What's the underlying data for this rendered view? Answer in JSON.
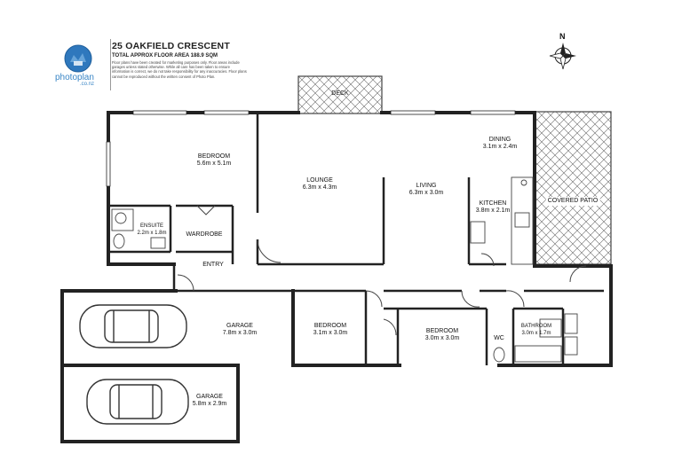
{
  "header": {
    "logo_text": "photoplan",
    "logo_sub": ".co.nz",
    "title": "25 OAKFIELD CRESCENT",
    "subtitle": "TOTAL APPROX FLOOR AREA 188.9 SQM",
    "disclaimer": "Floor plans have been created for marketing purposes only. Floor areas include garages unless stated otherwise. While all care has been taken to ensure information is correct, we do not take responsibility for any inaccuracies. Floor plans cannot be reproduced without the written consent of Photo Plan."
  },
  "compass": {
    "label": "N"
  },
  "rooms": {
    "bedroom1": {
      "name": "BEDROOM",
      "dims": "5.6m x 5.1m"
    },
    "ensuite": {
      "name": "ENSUITE",
      "dims": "2.2m x 1.8m"
    },
    "wardrobe": {
      "name": "WARDROBE"
    },
    "entry": {
      "name": "ENTRY"
    },
    "lounge": {
      "name": "LOUNGE",
      "dims": "6.3m x 4.3m"
    },
    "deck": {
      "name": "DECK"
    },
    "living": {
      "name": "LIVING",
      "dims": "6.3m x 3.0m"
    },
    "dining": {
      "name": "DINING",
      "dims": "3.1m x 2.4m"
    },
    "kitchen": {
      "name": "KITCHEN",
      "dims": "3.8m x 2.1m"
    },
    "covered_patio": {
      "name": "COVERED PATIO"
    },
    "garage1": {
      "name": "GARAGE",
      "dims": "7.8m x 3.0m"
    },
    "bedroom2": {
      "name": "BEDROOM",
      "dims": "3.1m x 3.0m"
    },
    "bedroom3": {
      "name": "BEDROOM",
      "dims": "3.0m x 3.0m"
    },
    "wc": {
      "name": "WC"
    },
    "bathroom": {
      "name": "BATHROOM",
      "dims": "3.0m x 1.7m"
    },
    "garage2": {
      "name": "GARAGE",
      "dims": "5.8m x 2.9m"
    }
  }
}
